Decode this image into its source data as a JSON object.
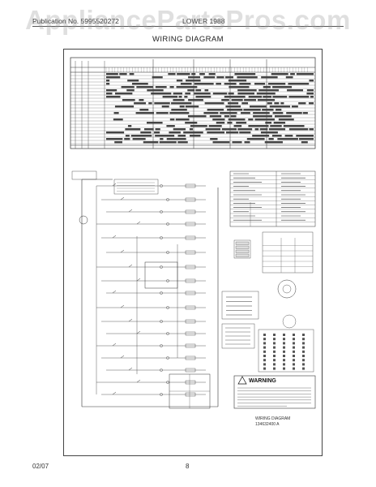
{
  "watermark": "AppliancePartsPros.com",
  "header": {
    "left": "Publication No. 5995520272",
    "right": "LOWER 1988",
    "title": "WIRING DIAGRAM"
  },
  "diagram": {
    "warning_label": "WARNING",
    "caption": "WIRING DIAGRAM",
    "part_number": "134632400  A"
  },
  "footer": {
    "date": "02/07",
    "page": "8"
  }
}
